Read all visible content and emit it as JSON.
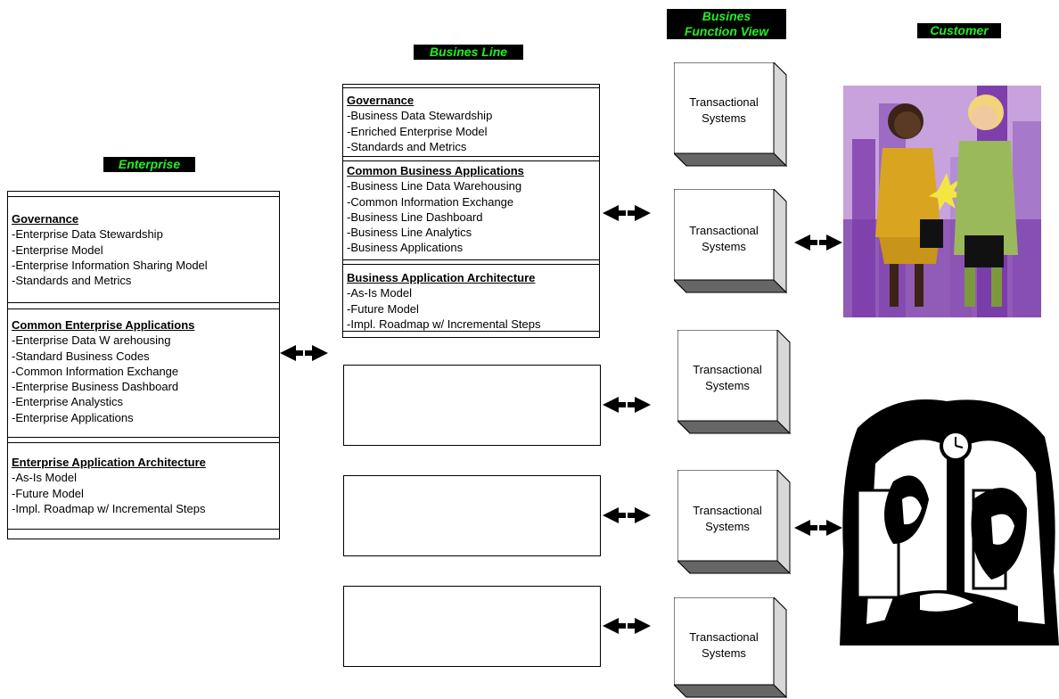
{
  "labels": {
    "enterprise": "Enterprise",
    "busines_line": "Busines Line",
    "busines_function_view_1": "Busines",
    "busines_function_view_2": "Function View",
    "customer": "Customer"
  },
  "enterprise_box": {
    "governance": {
      "heading": "Governance",
      "items": [
        "-Enterprise Data Stewardship",
        "-Enterprise Model",
        "-Enterprise Information Sharing Model",
        "-Standards and Metrics"
      ]
    },
    "common_apps": {
      "heading": "Common Enterprise Applications",
      "items": [
        "-Enterprise Data W arehousing",
        "-Standard Business Codes",
        "-Common Information Exchange",
        "-Enterprise Business Dashboard",
        "-Enterprise Analystics",
        "-Enterprise Applications"
      ]
    },
    "architecture": {
      "heading": "Enterprise Application  Architecture",
      "items": [
        "-As-Is Model",
        "-Future Model",
        "-Impl. Roadmap w/ Incremental Steps"
      ]
    }
  },
  "business_line_box": {
    "governance": {
      "heading": "Governance",
      "items": [
        "-Business Data Stewardship",
        "-Enriched Enterprise Model",
        "-Standards and Metrics"
      ]
    },
    "common_apps": {
      "heading": "Common Business Applications",
      "items": [
        "-Business Line Data Warehousing",
        "-Common Information Exchange",
        "-Business Line Dashboard",
        "-Business Line Analytics",
        "-Business Applications"
      ]
    },
    "architecture": {
      "heading": "Business Application  Architecture",
      "items": [
        "-As-Is Model",
        "-Future Model",
        "-Impl. Roadmap w/ Incremental Steps"
      ]
    }
  },
  "cubes": [
    {
      "line1": "Transactional",
      "line2": "Systems"
    },
    {
      "line1": "Transactional",
      "line2": "Systems"
    },
    {
      "line1": "Transactional",
      "line2": "Systems"
    },
    {
      "line1": "Transactional",
      "line2": "Systems"
    },
    {
      "line1": "Transactional",
      "line2": "Systems"
    }
  ]
}
